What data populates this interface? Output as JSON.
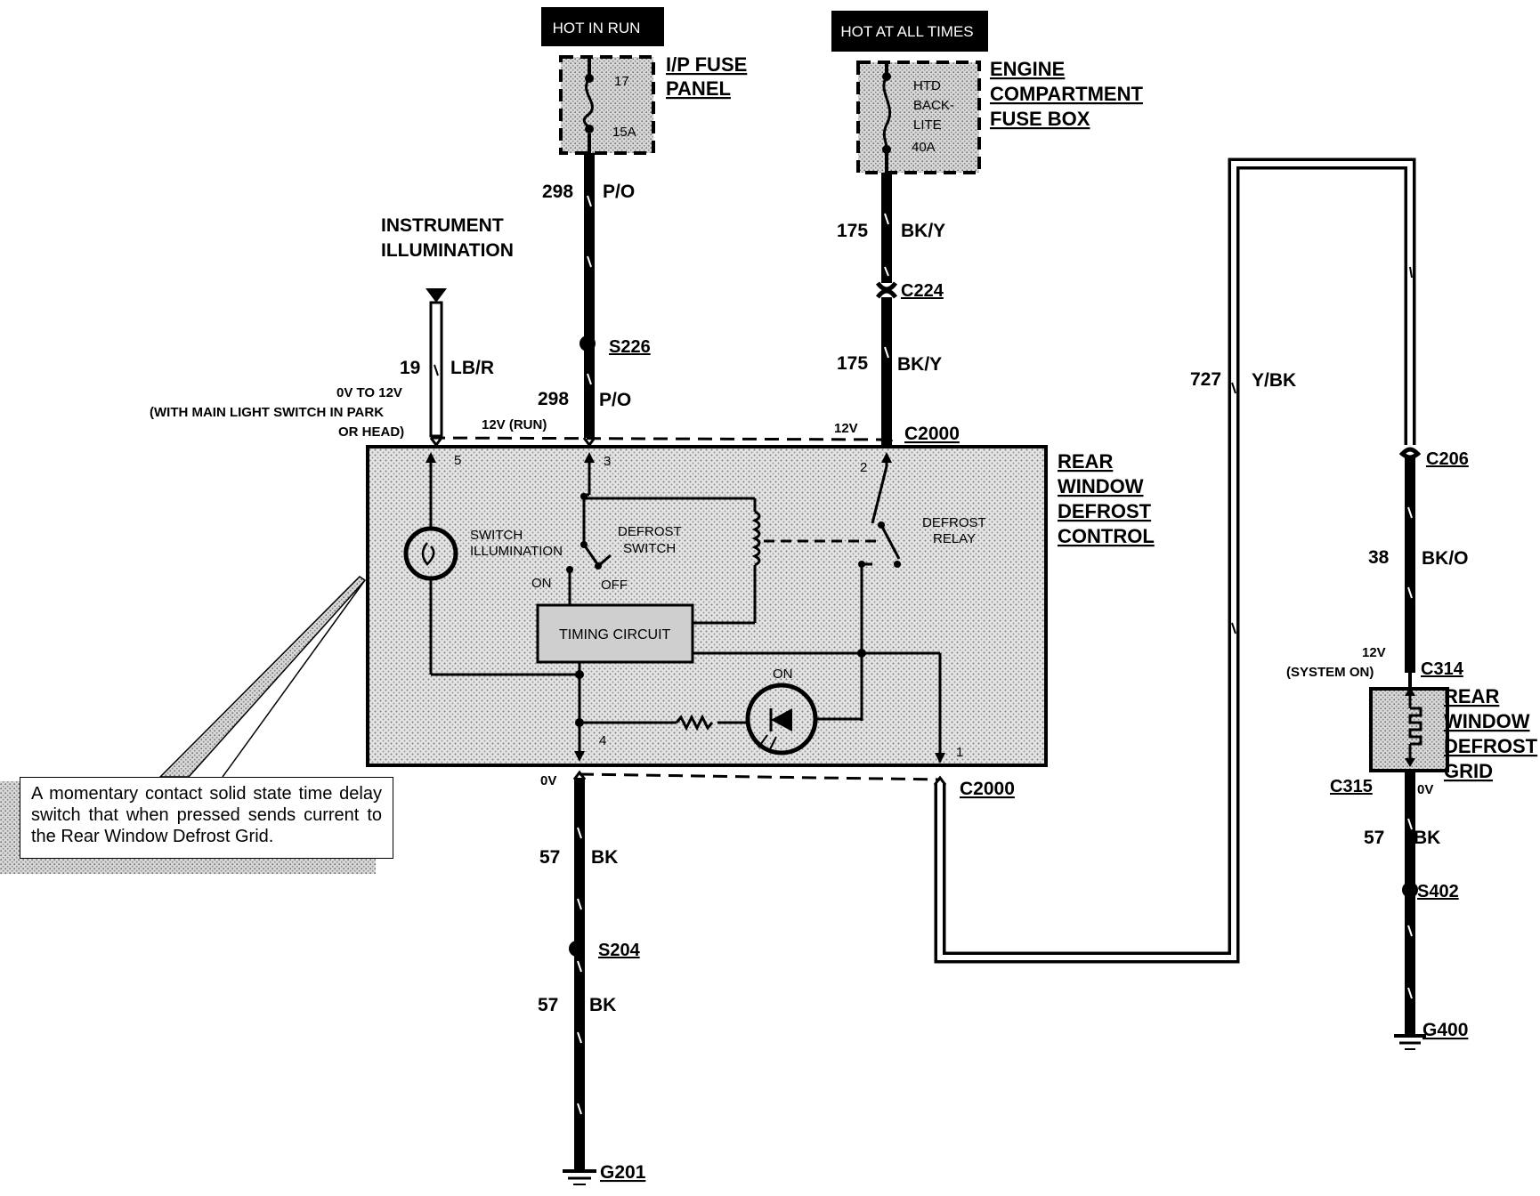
{
  "labels": {
    "hot_in_run": "HOT IN RUN",
    "hot_at_all_times": "HOT AT ALL TIMES",
    "ip_fuse_panel": [
      "I/P FUSE",
      "PANEL"
    ],
    "fuse_17": "17",
    "fuse_15a": "15A",
    "engine_fuse_box": [
      "ENGINE",
      "COMPARTMENT",
      "FUSE BOX"
    ],
    "htd_fuse": [
      "HTD",
      "BACK-",
      "LITE",
      "40A"
    ],
    "instrument_illumination": [
      "INSTRUMENT",
      "ILLUMINATION"
    ],
    "w298a_num": "298",
    "w298a_color": "P/O",
    "w298b_num": "298",
    "w298b_color": "P/O",
    "s226": "S226",
    "w175a_num": "175",
    "w175a_color": "BK/Y",
    "c224": "C224",
    "w175b_num": "175",
    "w175b_color": "BK/Y",
    "w19_num": "19",
    "w19_color": "LB/R",
    "v_0_12": "0V TO 12V",
    "v_main_light": "(WITH MAIN LIGHT SWITCH IN PARK",
    "v_or_head": "OR HEAD)",
    "v_12_run": "12V (RUN)",
    "v_12_a": "12V",
    "c2000_top": "C2000",
    "rear_window_defrost_control": [
      "REAR",
      "WINDOW",
      "DEFROST",
      "CONTROL"
    ],
    "pin5": "5",
    "pin3": "3",
    "pin2": "2",
    "pin4": "4",
    "pin1": "1",
    "switch_illumination": [
      "SWITCH",
      "ILLUMINATION"
    ],
    "defrost_switch": [
      "DEFROST",
      "SWITCH"
    ],
    "defrost_relay": [
      "DEFROST",
      "RELAY"
    ],
    "on": "ON",
    "off": "OFF",
    "timing_circuit": "TIMING CIRCUIT",
    "led_on": "ON",
    "v_0_a": "0V",
    "c2000_bottom": "C2000",
    "w57a_num": "57",
    "w57a_color": "BK",
    "s204": "S204",
    "w57b_num": "57",
    "w57b_color": "BK",
    "g201": "G201",
    "w727_num": "727",
    "w727_color": "Y/BK",
    "c206": "C206",
    "w38_num": "38",
    "w38_color": "BK/O",
    "v_12_b": "12V",
    "system_on": "(SYSTEM ON)",
    "c314": "C314",
    "rear_window_defrost_grid": [
      "REAR",
      "WINDOW",
      "DEFROST",
      "GRID"
    ],
    "c315": "C315",
    "v_0_b": "0V",
    "w57c_num": "57",
    "w57c_color": "BK",
    "s402": "S402",
    "g400": "G400"
  },
  "note": "A momentary contact solid state time delay switch that when pressed sends current to the Rear Window Defrost Grid."
}
